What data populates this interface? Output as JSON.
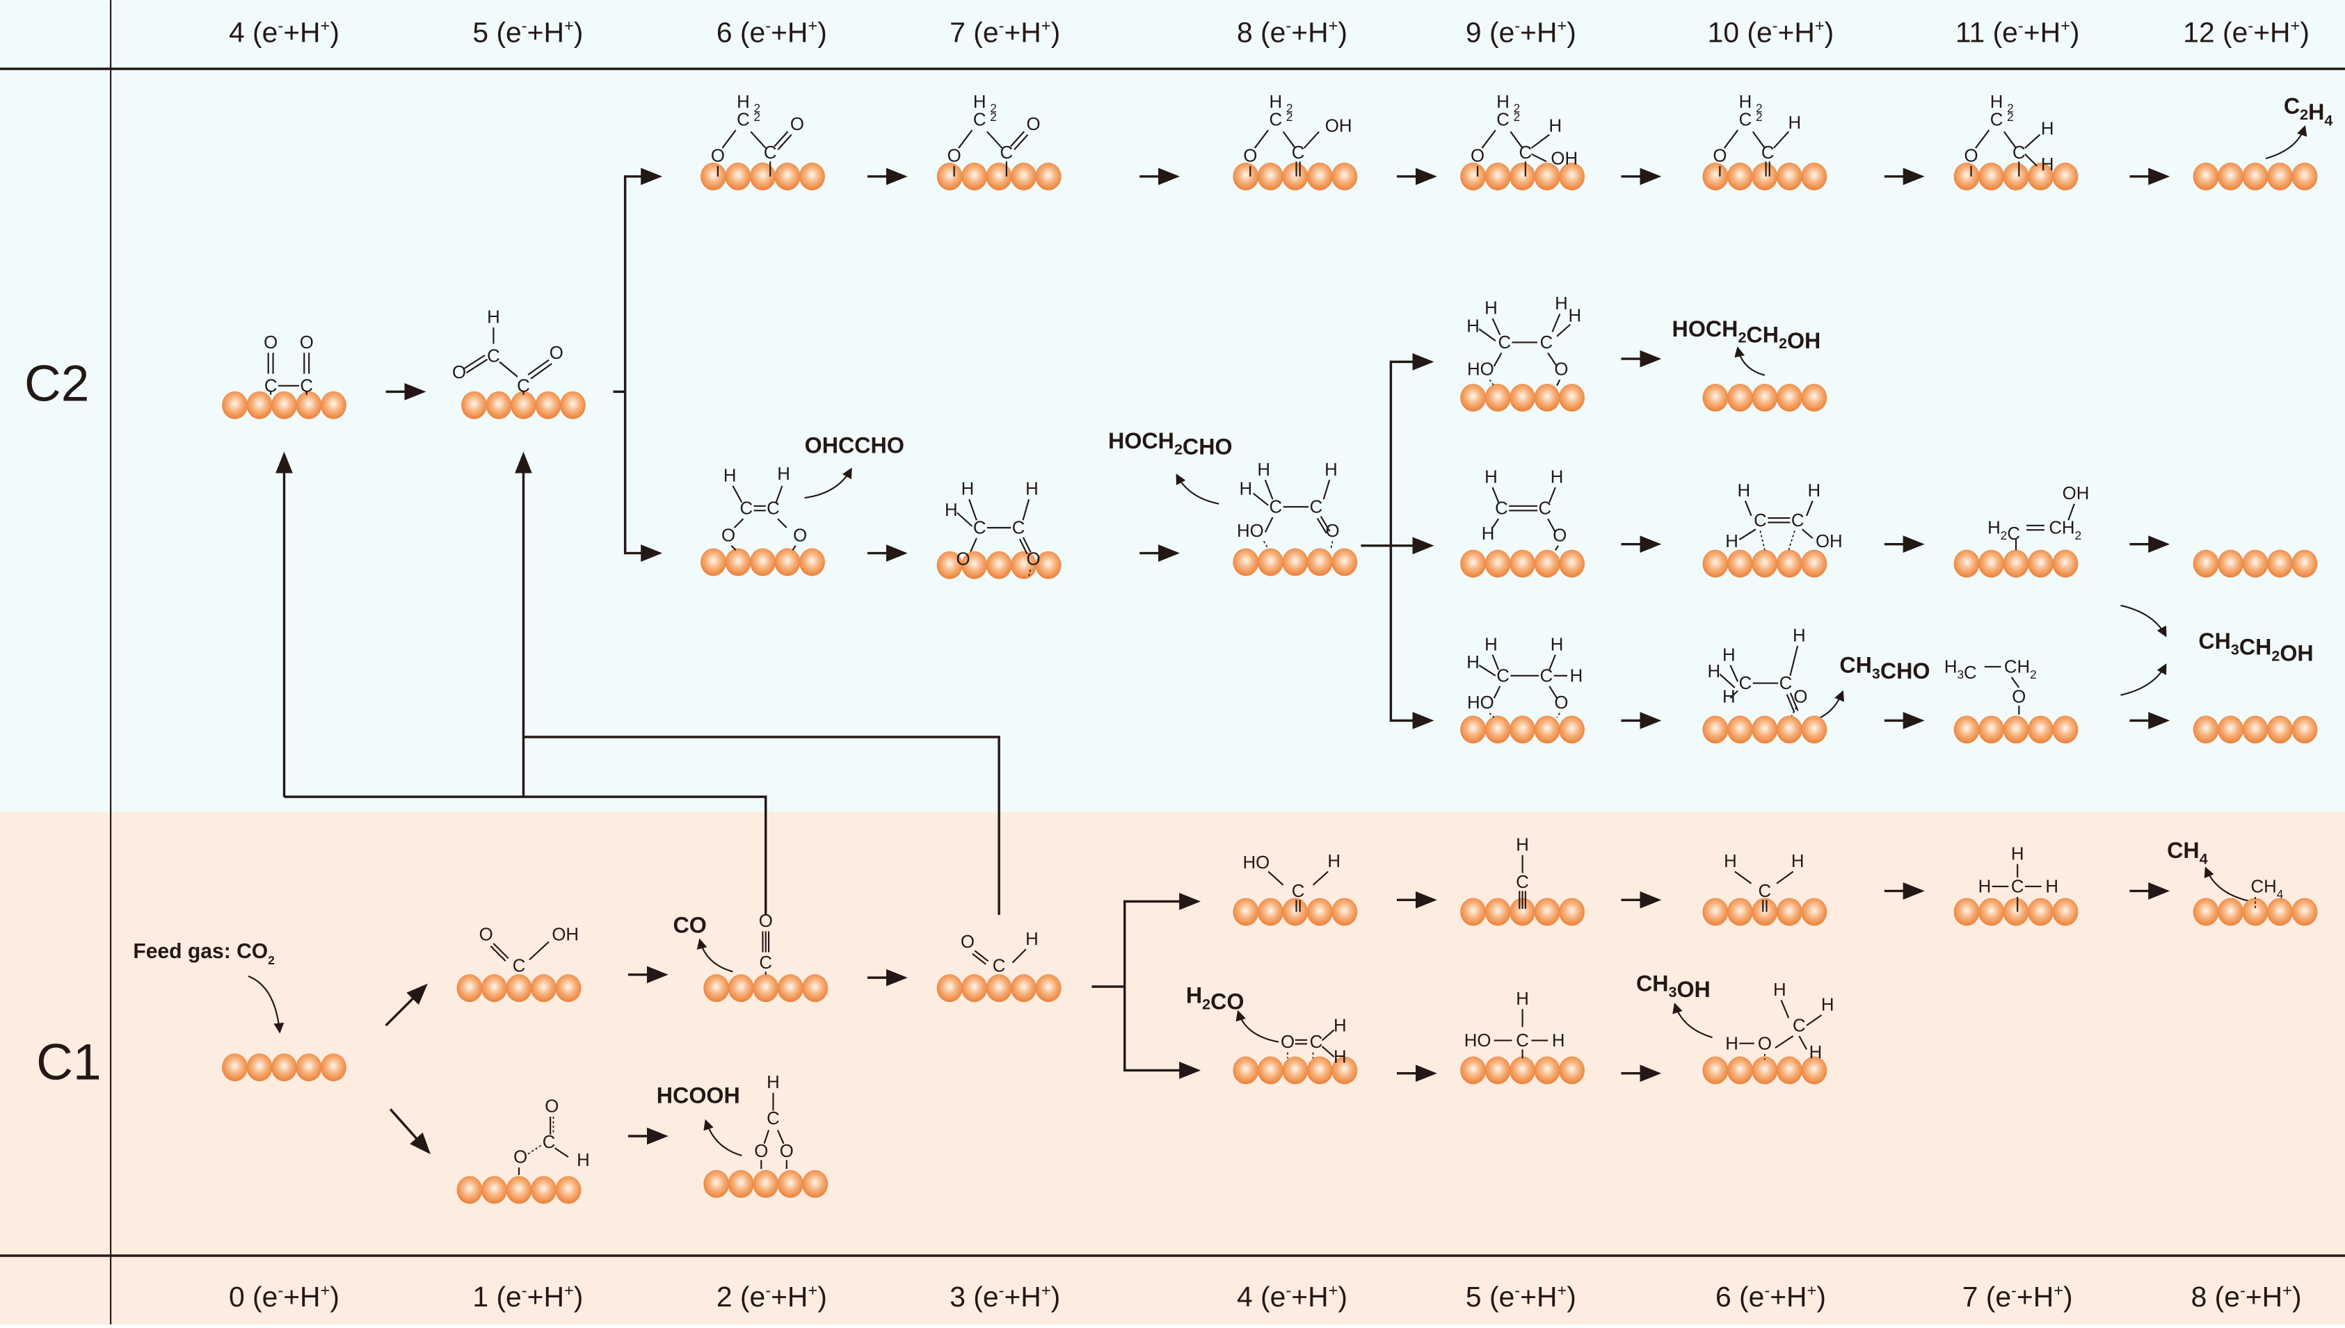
{
  "figure": {
    "title": "Electrochemical CO2 reduction pathways on copper surface (C1 and C2 products)",
    "colors": {
      "c2_band": "#f1fbfc",
      "c1_band": "#fdede1",
      "header_band": "#f1fbfc",
      "footer_band": "#fdede1",
      "ink": "#231815",
      "cu_atom_light": "#fde7d5",
      "cu_atom_mid": "#f5a06a",
      "cu_atom_dark": "#e8762c"
    }
  },
  "top_axis": {
    "labels": [
      "4 (e⁻+H⁺)",
      "5 (e⁻+H⁺)",
      "6 (e⁻+H⁺)",
      "7 (e⁻+H⁺)",
      "8 (e⁻+H⁺)",
      "9 (e⁻+H⁺)",
      "10 (e⁻+H⁺)",
      "11 (e⁻+H⁺)",
      "12 (e⁻+H⁺)"
    ]
  },
  "bottom_axis": {
    "labels": [
      "0 (e⁻+H⁺)",
      "1 (e⁻+H⁺)",
      "2 (e⁻+H⁺)",
      "3 (e⁻+H⁺)",
      "4 (e⁻+H⁺)",
      "5 (e⁻+H⁺)",
      "6 (e⁻+H⁺)",
      "7 (e⁻+H⁺)",
      "8 (e⁻+H⁺)"
    ]
  },
  "rows": {
    "c2_label": "C2",
    "c1_label": "C1"
  },
  "feed_gas": {
    "label": "Feed gas: CO",
    "sub": "2"
  },
  "products": {
    "c2h4": [
      "C",
      "2",
      "H",
      "4"
    ],
    "ohccho": [
      "OHCCHO"
    ],
    "hoch2cho": [
      "HOCH",
      "2",
      "CHO"
    ],
    "hoch2ch2oh": [
      "HOCH",
      "2",
      "CH",
      "2",
      "OH"
    ],
    "ch3cho": [
      "CH",
      "3",
      "CHO"
    ],
    "ch3ch2oh": [
      "CH",
      "3",
      "CH",
      "2",
      "OH"
    ],
    "co": [
      "CO"
    ],
    "hcooh": [
      "HCOOH"
    ],
    "h2co": [
      "H",
      "2",
      "CO"
    ],
    "ch3oh": [
      "CH",
      "3",
      "OH"
    ],
    "ch4": [
      "CH",
      "4"
    ]
  },
  "intermediates": {
    "c2_oc_co": {
      "name": "*OCCO",
      "atoms": [
        "O",
        "O",
        "C",
        "C"
      ]
    },
    "c2_ocCHO": {
      "name": "*OCCHO",
      "atoms": [
        "H",
        "O",
        "C",
        "C",
        "O"
      ]
    },
    "r1_s6": {
      "name": "*OCH2CO",
      "atoms": [
        "H",
        "C",
        "O",
        "C",
        "O"
      ]
    },
    "r1_s7": {
      "name": "*OCH2CO",
      "atoms": [
        "H",
        "C",
        "O",
        "C",
        "O"
      ]
    },
    "r1_s8": {
      "name": "*OCH2COH",
      "atoms": [
        "H",
        "C",
        "OH",
        "O",
        "C"
      ]
    },
    "r1_s9": {
      "name": "*OCH2CHOH",
      "atoms": [
        "H",
        "C",
        "H",
        "O",
        "C",
        "OH"
      ]
    },
    "r1_s10": {
      "name": "*OCH2CH",
      "atoms": [
        "H",
        "C",
        "H",
        "O",
        "C"
      ]
    },
    "r1_s11": {
      "name": "*OCH2CH2",
      "atoms": [
        "H",
        "C",
        "H",
        "O",
        "C",
        "H"
      ]
    },
    "r2_s6": {
      "name": "*OCHCHO*",
      "atoms": [
        "H",
        "H",
        "C",
        "C",
        "O",
        "O"
      ]
    },
    "r2_s7": {
      "name": "*OCH2CHO*",
      "atoms": [
        "H",
        "H",
        "H",
        "C",
        "C",
        "O",
        "O"
      ]
    },
    "r2_s8": {
      "name": "HOCH2CHO*",
      "atoms": [
        "H",
        "H",
        "H",
        "C",
        "C",
        "HO",
        "O"
      ]
    },
    "r3_s9": {
      "name": "HOCH2CH2O*",
      "atoms": [
        "H",
        "H",
        "H",
        "H",
        "C",
        "C",
        "HO",
        "O"
      ]
    },
    "r4_s9": {
      "name": "*OCHCH2",
      "atoms": [
        "H",
        "H",
        "C",
        "C",
        "H",
        "O"
      ]
    },
    "r4_s10": {
      "name": "*CH2CHOH",
      "atoms": [
        "H",
        "H",
        "C",
        "C",
        "H",
        "OH"
      ]
    },
    "r4_s11": {
      "name": "*H2CCH2OH",
      "atoms": [
        "OH",
        "H",
        "C",
        "CH",
        "2"
      ]
    },
    "r5_s9": {
      "name": "HOCH2CH2O*",
      "atoms": [
        "H",
        "H",
        "H",
        "C",
        "C",
        "H",
        "HO",
        "O"
      ]
    },
    "r5_s10": {
      "name": "*OCHCH3",
      "atoms": [
        "H",
        "H",
        "H",
        "H",
        "C",
        "C",
        "O"
      ]
    },
    "r5_s11": {
      "name": "*OCH2CH3",
      "atoms": [
        "H",
        "C",
        "CH",
        "O"
      ]
    },
    "c1_cooh": {
      "name": "*COOH",
      "atoms": [
        "O",
        "OH",
        "C"
      ]
    },
    "c1_co": {
      "name": "*CO",
      "atoms": [
        "O",
        "C"
      ]
    },
    "c1_cho": {
      "name": "*CHO",
      "atoms": [
        "O",
        "H",
        "C"
      ]
    },
    "c1_ocho": {
      "name": "*OCHO",
      "atoms": [
        "O",
        "C",
        "O",
        "H"
      ]
    },
    "c1_hcoo": {
      "name": "*HCOO",
      "atoms": [
        "H",
        "C",
        "O",
        "O"
      ]
    },
    "c1_choh": {
      "name": "*CHOH",
      "atoms": [
        "HO",
        "H",
        "C"
      ]
    },
    "c1_ch": {
      "name": "*CH",
      "atoms": [
        "H",
        "C"
      ]
    },
    "c1_ch2": {
      "name": "*CH2",
      "atoms": [
        "H",
        "H",
        "C"
      ]
    },
    "c1_ch3": {
      "name": "*CH3",
      "atoms": [
        "H",
        "H",
        "C",
        "H"
      ]
    },
    "c1_ch4": {
      "name": "CH4*",
      "atoms": [
        "CH",
        "4"
      ]
    },
    "c1_ch2o": {
      "name": "*CH2O",
      "atoms": [
        "O",
        "C",
        "H",
        "H"
      ]
    },
    "c1_ch2oh": {
      "name": "*CH2OH",
      "atoms": [
        "H",
        "HO",
        "C",
        "H"
      ]
    },
    "c1_ch3oh": {
      "name": "CH3OH*",
      "atoms": [
        "H",
        "H",
        "C",
        "H",
        "H",
        "O"
      ]
    }
  }
}
